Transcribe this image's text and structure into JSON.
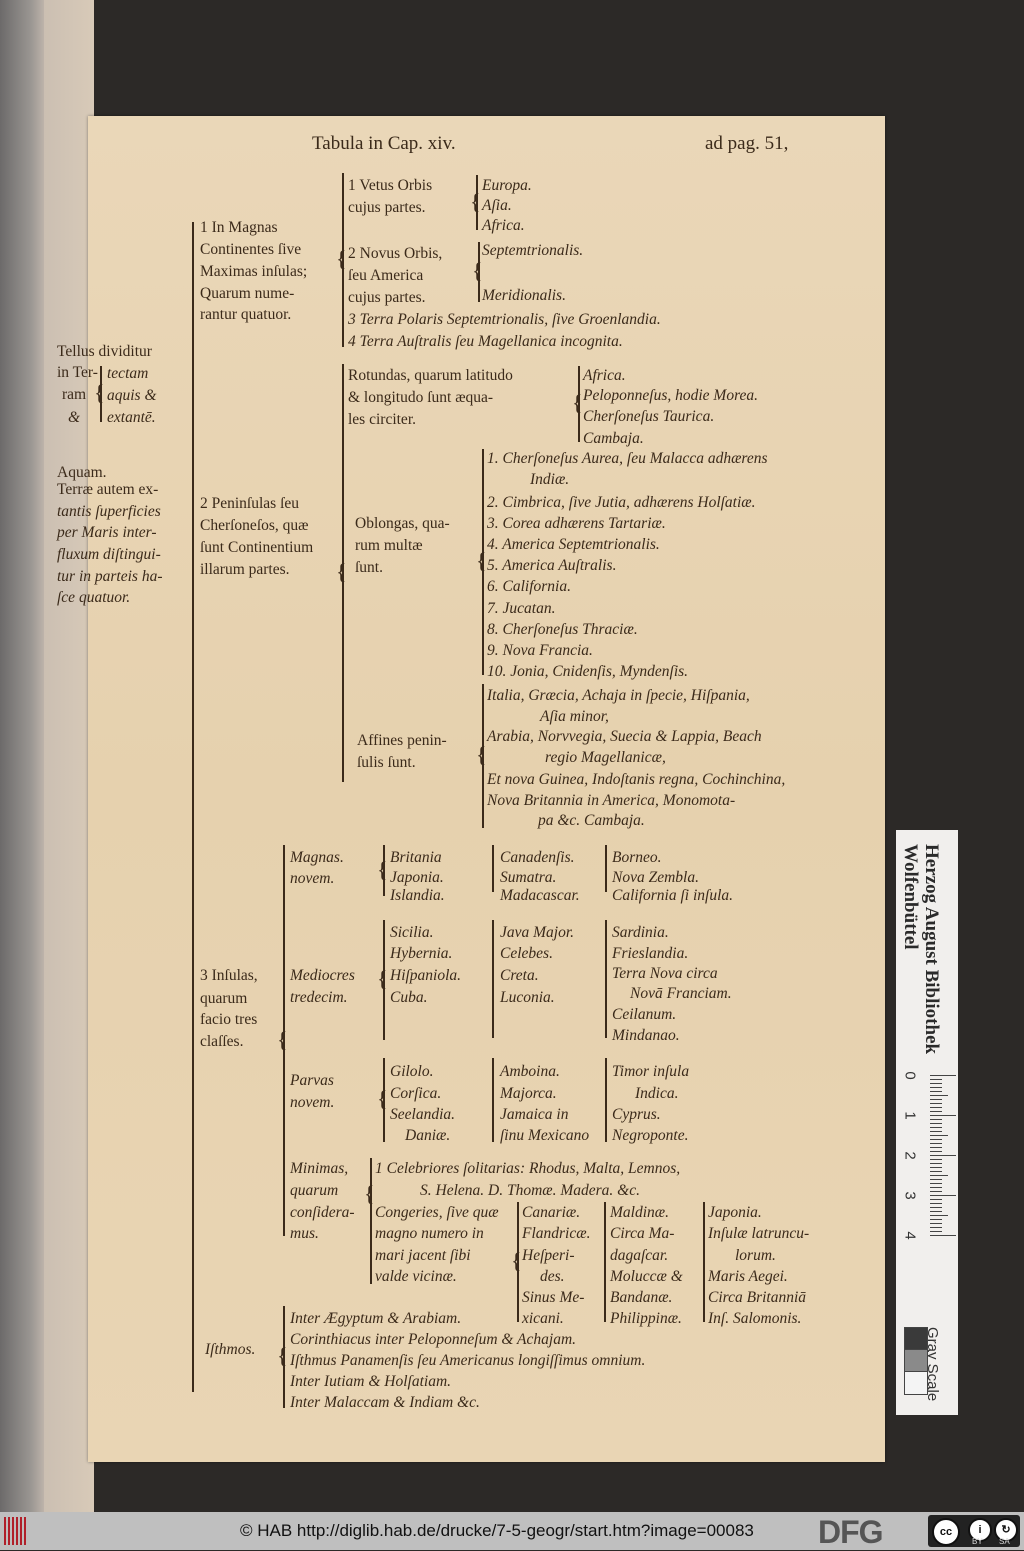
{
  "header": {
    "title": "Tabula in Cap. xiv.",
    "page_ref": "ad pag. 51,"
  },
  "root": {
    "lines": [
      "Tellus dividitur",
      "in Ter-",
      "ram",
      "&",
      "Aquam.",
      "Terræ autem ex-",
      "tantis ſuperficies",
      "per Maris inter-",
      "fluxum diſtingui-",
      "tur in parteis ha-",
      "ſce quatuor."
    ],
    "sub": [
      "tectam",
      "aquis &",
      "extantē."
    ]
  },
  "continentes": {
    "label": [
      "1 In Magnas",
      "Continentes ſive",
      "Maximas inſulas;",
      "Quarum nume-",
      "rantur quatuor."
    ],
    "vetus": [
      "1 Vetus Orbis",
      "cujus partes."
    ],
    "vetus_parts": [
      "Europa.",
      "Aſia.",
      "Africa."
    ],
    "novus": [
      "2 Novus Orbis,",
      "ſeu America",
      "cujus partes."
    ],
    "novus_parts": [
      "Septemtrionalis.",
      "Meridionalis."
    ],
    "terra3": "3 Terra Polaris Septemtrionalis, ſive Groenlandia.",
    "terra4": "4 Terra Auſtralis ſeu Magellanica incognita."
  },
  "peninsulas": {
    "label": [
      "2 Peninſulas ſeu",
      "Cherſoneſos, quæ",
      "ſunt Continentium",
      "illarum partes."
    ],
    "rotundas": [
      "Rotundas, quarum latitudo",
      "& longitudo ſunt æqua-",
      "les circiter."
    ],
    "rotundas_items": [
      "Africa.",
      "Peloponneſus, hodie Morea.",
      "Cherſoneſus Taurica.",
      "Cambaja."
    ],
    "oblongas": [
      "Oblongas, qua-",
      "rum multæ",
      "ſunt."
    ],
    "oblongas_items": [
      "1. Cherſoneſus Aurea, ſeu Malacca adhærens",
      "Indiæ.",
      "2. Cimbrica, ſive Jutia, adhærens Holſatiæ.",
      "3. Corea adhærens Tartariæ.",
      "4. America Septemtrionalis.",
      "5. America Auſtralis.",
      "6. California.",
      "7. Jucatan.",
      "8. Cherſoneſus Thraciæ.",
      "9. Nova Francia.",
      "10. Jonia, Cnidenſis, Myndenſis."
    ],
    "affines": [
      "Affines penin-",
      "ſulis ſunt."
    ],
    "affines_items": [
      "Italia, Græcia, Achaja in ſpecie, Hiſpania,",
      "Aſia minor,",
      "Arabia, Norvvegia, Suecia & Lappia, Beach",
      "regio Magellanicæ,",
      "Et nova Guinea, Indoſtanis regna, Cochinchina,",
      "Nova Britannia in America, Monomota-",
      "pa &c. Cambaja."
    ]
  },
  "insulas": {
    "label": [
      "3 Inſulas,",
      "quarum",
      "facio tres",
      "claſſes."
    ],
    "magnas": {
      "label": [
        "Magnas.",
        "novem."
      ],
      "col1": [
        "Britania",
        "Japonia.",
        "Islandia."
      ],
      "col2": [
        "Canadenſis.",
        "Sumatra.",
        "Madacascar."
      ],
      "col3": [
        "Borneo.",
        "Nova Zembla.",
        "California ſi inſula."
      ]
    },
    "mediocres": {
      "label": [
        "Mediocres",
        "tredecim."
      ],
      "col1": [
        "Sicilia.",
        "Hybernia.",
        "Hiſpaniola.",
        "Cuba."
      ],
      "col2": [
        "Java Major.",
        "Celebes.",
        "Creta.",
        "Luconia."
      ],
      "col3": [
        "Sardinia.",
        "Frieslandia.",
        "Terra Nova circa",
        "Novā Franciam.",
        "Ceilanum.",
        "Mindanao."
      ]
    },
    "parvas": {
      "label": [
        "Parvas",
        "novem."
      ],
      "col1": [
        "Gilolo.",
        "Corſica.",
        "Seelandia.",
        "Daniæ."
      ],
      "col2": [
        "Amboina.",
        "Majorca.",
        "Jamaica in",
        "ſinu Mexicano"
      ],
      "col3": [
        "Timor inſula",
        "Indica.",
        "Cyprus.",
        "Negroponte."
      ]
    },
    "minimas": {
      "label": [
        "Minimas,",
        "quarum",
        "conſidera-",
        "mus."
      ],
      "solitarias": [
        "1 Celebriores ſolitarias: Rhodus, Malta, Lemnos,",
        "S. Helena. D. Thomæ. Madera. &c."
      ],
      "congeries": [
        "Congeries, ſive quæ",
        "magno numero in",
        "mari jacent ſibi",
        "valde vicinæ."
      ],
      "col1": [
        "Canariæ.",
        "Flandricæ.",
        "Heſperi-",
        "des.",
        "Sinus Me-",
        "xicani."
      ],
      "col2": [
        "Maldinæ.",
        "Circa Ma-",
        "dagaſcar.",
        "Moluccæ &",
        "Bandanæ.",
        "Philippinæ."
      ],
      "col3": [
        "Japonia.",
        "Inſulæ latruncu-",
        "lorum.",
        "Maris Aegei.",
        "Circa Britanniā",
        "Inſ. Salomonis."
      ]
    }
  },
  "isthmos": {
    "label": "Iſthmos.",
    "items": [
      "Inter Ægyptum & Arabiam.",
      "Corinthiacus inter Peloponneſum & Achajam.",
      "Iſthmus Panamenſis ſeu Americanus longiſſimus omnium.",
      "Inter Iutiam & Holſatiam.",
      "Inter Malaccam & Indiam &c."
    ]
  },
  "color_card": {
    "title": "Herzog August Bibliothek",
    "subtitle": "Wolfenbüttel",
    "scale": [
      "0",
      "1",
      "2",
      "3",
      "4"
    ],
    "gray_label": "Gray Scale",
    "gray_colors": [
      "#3a3a3a",
      "#8a8a8a",
      "#f4f4f4"
    ]
  },
  "footer": {
    "text": "© HAB http://diglib.hab.de/drucke/7-5-geogr/start.htm?image=00083",
    "dfg": "DFG",
    "cc": "cc",
    "by": "BY",
    "sa": "SA"
  }
}
